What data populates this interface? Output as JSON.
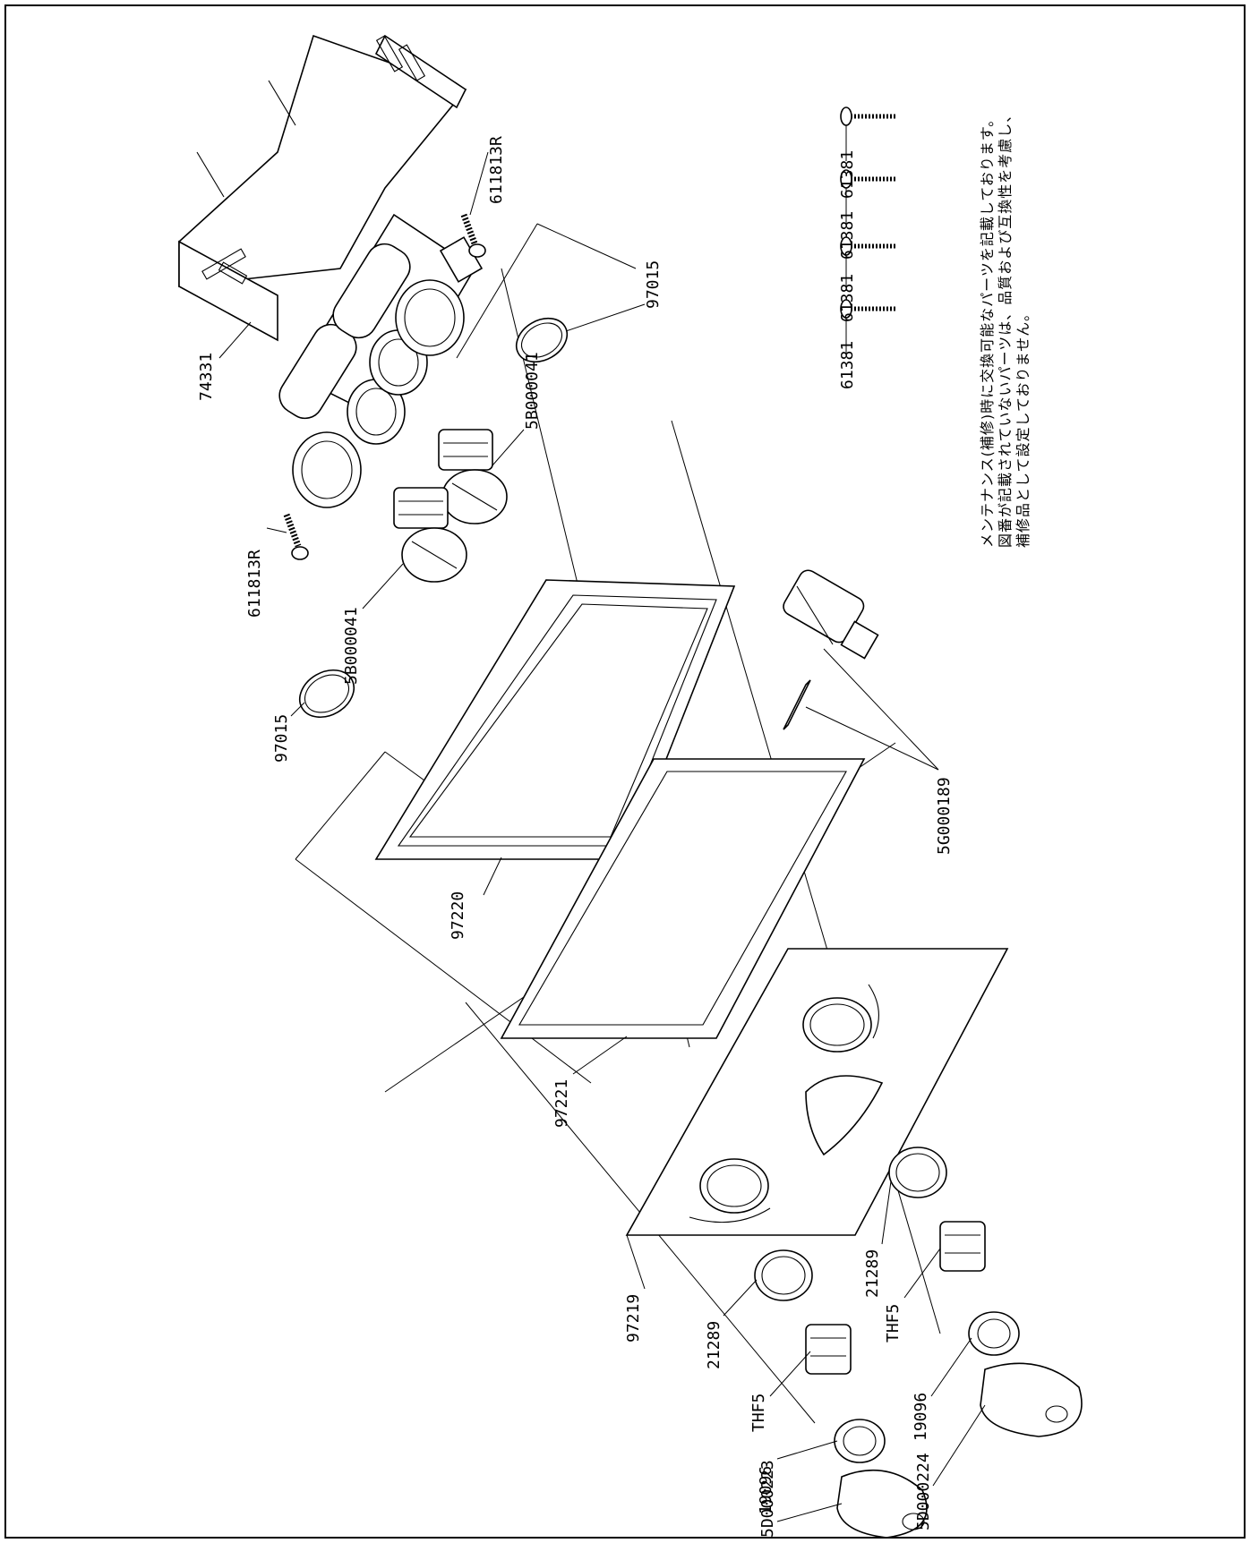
{
  "diagram": {
    "labels": {
      "bracket": "74331",
      "screw_top": "611813R",
      "screw_bottom": "611813R",
      "oring_top": "97015",
      "oring_bottom": "97015",
      "cartridge_valve_top": "5B000041",
      "cartridge_valve_bottom": "5B000041",
      "gasket_outer": "97220",
      "gasket_inner": "97221",
      "face_plate": "97219",
      "ring_left": "21289",
      "ring_right": "21289",
      "thf_left": "THF5",
      "thf_right": "THF5",
      "nut_left": "19096",
      "nut_right": "19096",
      "handle_left": "5D000223",
      "handle_right": "5D000224",
      "spindle_parts": "5G000189",
      "wood_screw_1": "61381",
      "wood_screw_2": "61381",
      "wood_screw_3": "61381",
      "wood_screw_4": "61381"
    },
    "note_lines": [
      "メンテナンス(補修)時に交換可能なパーツを記載しております。",
      "図番が記載されていないパーツは、品質および互換性を考慮し、",
      "補修品として設定しておりません。"
    ]
  }
}
